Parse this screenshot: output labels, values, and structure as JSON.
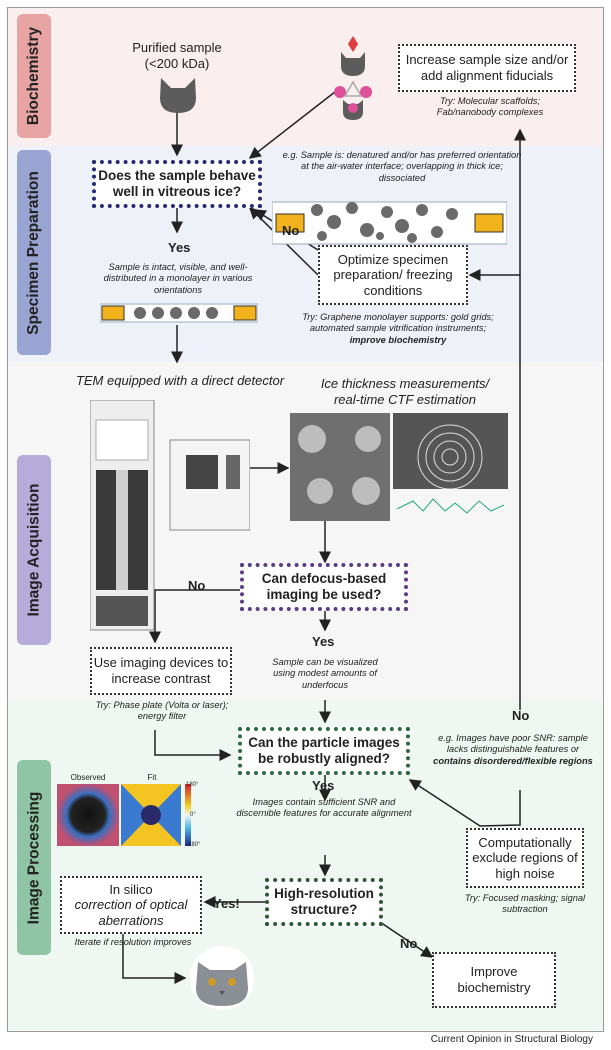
{
  "sections": [
    "Biochemistry",
    "Specimen Preparation",
    "Image Acquisition",
    "Image Processing"
  ],
  "start": {
    "line1": "Purified sample",
    "line2": "(<200 kDa)"
  },
  "boxes": {
    "increase_size": "Increase sample size and/or add alignment fiducials",
    "q_vitreous": "Does the sample behave well in vitreous ice?",
    "optimize": "Optimize specimen preparation/ freezing conditions",
    "q_defocus": "Can defocus-based imaging be used?",
    "imaging_devices": "Use imaging devices to increase contrast",
    "q_aligned": "Can the particle images be robustly aligned?",
    "exclude": "Computationally exclude regions of high noise",
    "q_highres": "High-resolution structure?",
    "insilico_1": "In silico",
    "insilico_2": "correction of optical aberrations",
    "improve_bio": "Improve biochemistry"
  },
  "notes": {
    "try_scaffolds": "Try: Molecular scaffolds; Fab/nanobody complexes",
    "eg_denatured": "e.g. Sample is: denatured and/or has preferred orientation at the air-water interface; overlapping in thick ice; dissociated",
    "sample_intact": "Sample is intact, visible, and well-distributed in a monolayer in various orientations",
    "try_graphene": "Try: Graphene monolayer supports: gold grids; automated sample vitrification instruments;",
    "try_graphene_bold": "improve biochemistry",
    "tem": "TEM equipped with a direct detector",
    "ice1": "Ice thickness measurements/",
    "ice2": "real-time CTF estimation",
    "underfocus": "Sample can be visualized using modest amounts of underfocus",
    "try_phase": "Try: Phase plate (Volta or laser); energy filter",
    "eg_snr": "e.g. Images have poor SNR: sample lacks distinguishable features or",
    "eg_snr_bold": "contains disordered/flexible regions",
    "sufficient_snr": "Images contain sufficient SNR and discernible features for accurate alignment",
    "try_masking": "Try: Focused masking; signal subtraction",
    "iterate": "Iterate if resolution improves"
  },
  "labels": {
    "yes": "Yes",
    "no": "No",
    "yes_bang": "Yes!"
  },
  "plot_labels": {
    "observed": "Observed",
    "fit": "Fit",
    "scale_top": "180°",
    "scale_mid": "0°",
    "scale_bot": "-180°"
  },
  "footer": "Current Opinion in Structural Biology",
  "colors": {
    "biochem": "#e8a3a3",
    "specimen": "#9aa4d2",
    "acquisition": "#b7abd9",
    "processing": "#8fc5a5",
    "gold": "#f2b21c",
    "cat": "#5c5c5c"
  }
}
